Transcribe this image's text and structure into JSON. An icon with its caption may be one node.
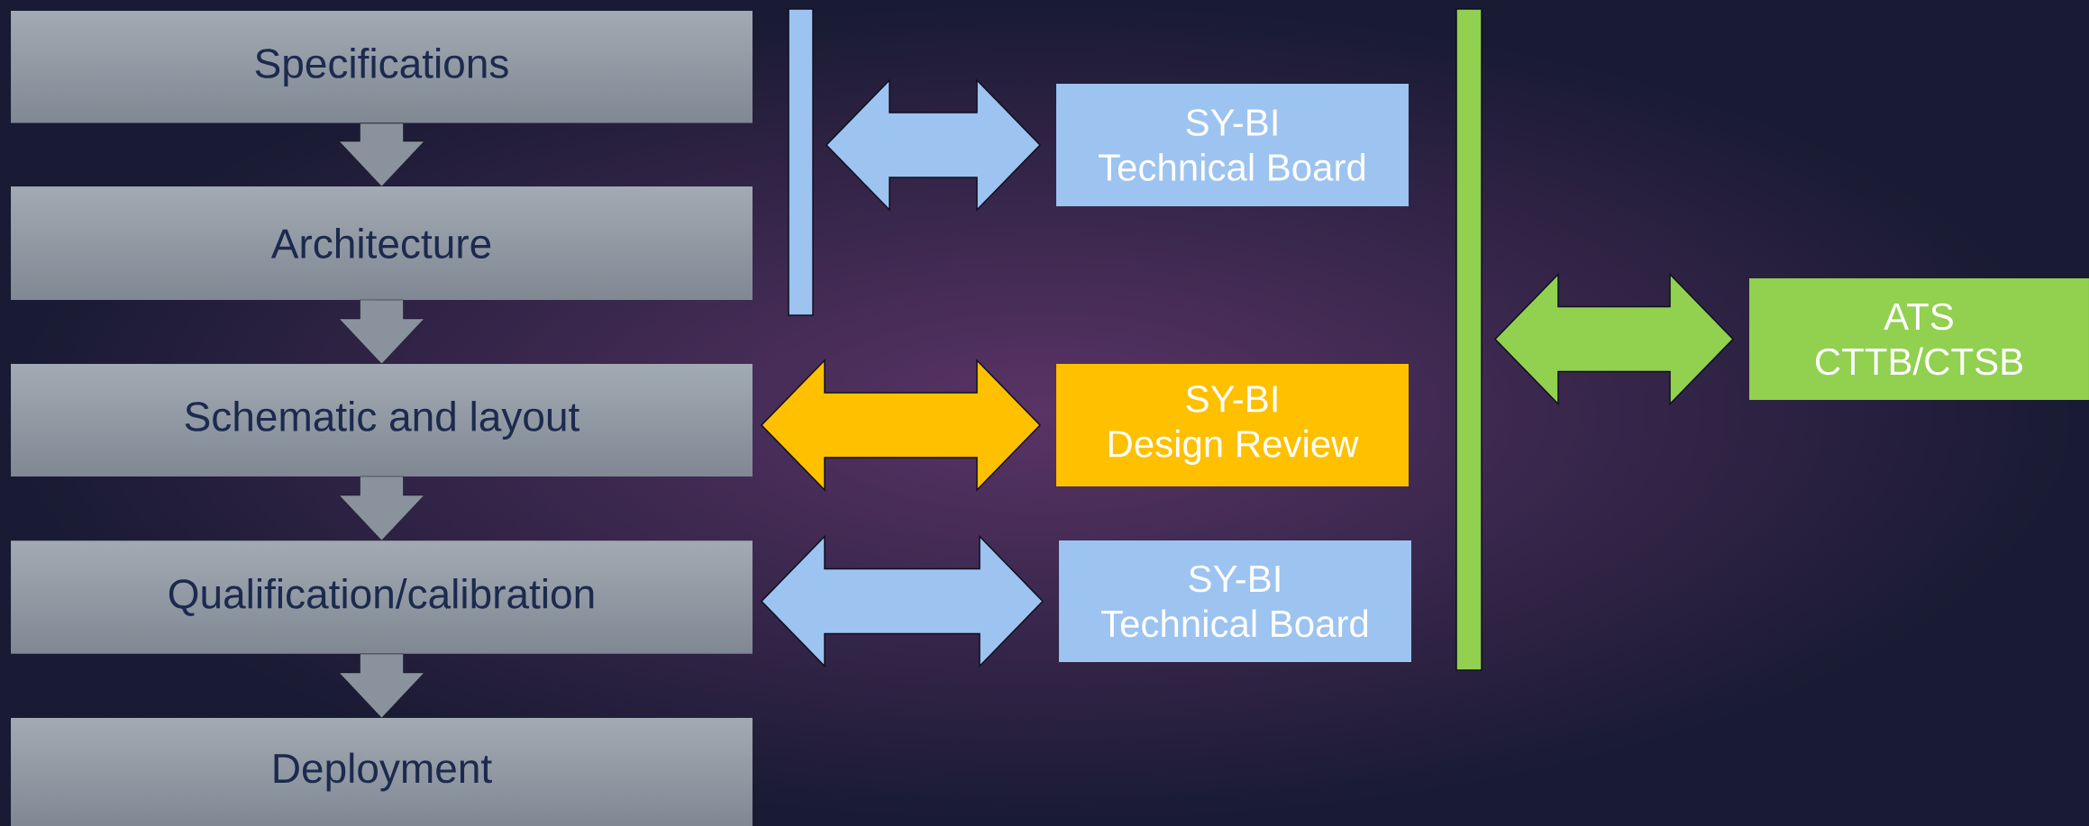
{
  "diagram": {
    "nodes": [
      {
        "text": [
          "Specifications"
        ]
      },
      {
        "text": [
          "Architecture"
        ]
      },
      {
        "text": [
          "Schematic and layout"
        ]
      },
      {
        "text": [
          "Qualification/calibration"
        ]
      },
      {
        "text": [
          "Deployment"
        ]
      },
      {
        "text": [],
        "shape": "bar"
      },
      {
        "text": [],
        "shape": "bar"
      },
      {
        "text": [
          "SY-BI",
          "Technical Board"
        ]
      },
      {
        "text": [
          "SY-BI",
          "Design Review"
        ]
      },
      {
        "text": [
          "SY-BI",
          "Technical Board"
        ]
      },
      {
        "text": [
          "ATS",
          "CTTB/CTSB"
        ]
      }
    ],
    "edges": [
      {
        "from": 0,
        "to": 1,
        "arrow": "to"
      },
      {
        "from": 1,
        "to": 2,
        "arrow": "to"
      },
      {
        "from": 2,
        "to": 3,
        "arrow": "to"
      },
      {
        "from": 3,
        "to": 4,
        "arrow": "to"
      },
      {
        "from": 5,
        "to": 7,
        "arrow": "both",
        "color": "#9dc3f0"
      },
      {
        "from": 2,
        "to": 8,
        "arrow": "both",
        "color": "#ffc000"
      },
      {
        "from": 3,
        "to": 9,
        "arrow": "both",
        "color": "#9dc3f0"
      },
      {
        "from": 6,
        "to": 10,
        "arrow": "both",
        "color": "#92d050"
      }
    ]
  }
}
